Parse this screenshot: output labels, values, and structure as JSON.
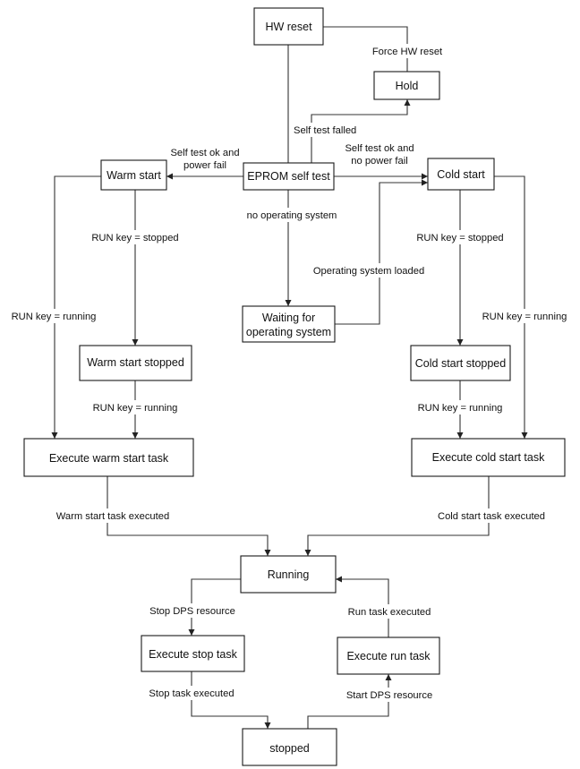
{
  "states": {
    "hw_reset": "HW reset",
    "hold": "Hold",
    "eprom_self_test": "EPROM self test",
    "warm_start": "Warm start",
    "cold_start": "Cold start",
    "waiting_os_line1": "Waiting for",
    "waiting_os_line2": "operating system",
    "warm_start_stopped": "Warm start stopped",
    "cold_start_stopped": "Cold start stopped",
    "execute_warm_start_task": "Execute warm start task",
    "execute_cold_start_task": "Execute cold start task",
    "running": "Running",
    "execute_stop_task": "Execute stop task",
    "execute_run_task": "Execute run task",
    "stopped": "stopped"
  },
  "transitions": {
    "force_hw_reset": "Force HW reset",
    "self_test_failed": "Self test falled",
    "self_test_ok_power_fail_1": "Self test ok and",
    "self_test_ok_power_fail_2": "power fail",
    "self_test_ok_no_power_fail_1": "Self test ok and",
    "self_test_ok_no_power_fail_2": "no power fail",
    "no_operating_system": "no operating system",
    "operating_system_loaded": "Operating system loaded",
    "warm_run_key_stopped": "RUN key = stopped",
    "warm_run_key_running_direct": "RUN key = running",
    "warm_run_key_running": "RUN key = running",
    "cold_run_key_stopped": "RUN key = stopped",
    "cold_run_key_running_direct": "RUN key = running",
    "cold_run_key_running": "RUN key = running",
    "warm_start_task_executed": "Warm start task executed",
    "cold_start_task_executed": "Cold start task executed",
    "stop_dps_resource": "Stop DPS resource",
    "stop_task_executed": "Stop task executed",
    "start_dps_resource": "Start DPS resource",
    "run_task_executed": "Run task executed"
  },
  "colors": {
    "stroke": "#1a1a1a",
    "background": "#ffffff"
  }
}
